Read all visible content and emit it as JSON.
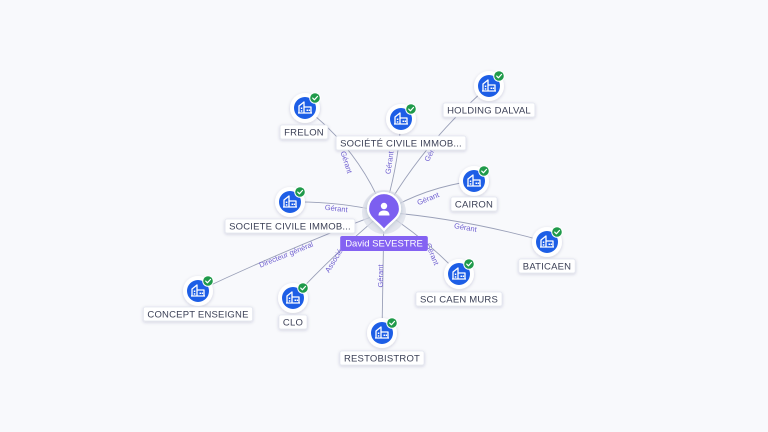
{
  "colors": {
    "center_fill": "#7b5ff0",
    "center_label_bg": "#8462f2",
    "company_fill": "#1d5ee6",
    "verified_badge": "#1f9a4a",
    "edge": "#9aa0b8",
    "edge_label": "#6f5fd0"
  },
  "center": {
    "name": "David SEVESTRE",
    "icon": "person-icon"
  },
  "companies": [
    {
      "name": "FRELON",
      "relation": "Gérant",
      "icon": "building-icon",
      "verified": true
    },
    {
      "name": "SOCIÉTÉ CIVILE IMMOB...",
      "relation": "Gérant",
      "icon": "building-icon",
      "verified": true
    },
    {
      "name": "HOLDING DALVAL",
      "relation": "Gérant",
      "icon": "building-icon",
      "verified": true
    },
    {
      "name": "CAIRON",
      "relation": "Gérant",
      "icon": "building-icon",
      "verified": true
    },
    {
      "name": "SOCIETE CIVILE IMMOB...",
      "relation": "Gérant",
      "icon": "building-icon",
      "verified": true
    },
    {
      "name": "BATICAEN",
      "relation": "Gérant",
      "icon": "building-icon",
      "verified": true
    },
    {
      "name": "SCI CAEN MURS",
      "relation": "Gérant",
      "icon": "building-icon",
      "verified": true
    },
    {
      "name": "CONCEPT ENSEIGNE",
      "relation": "Directeur général",
      "icon": "building-icon",
      "verified": true
    },
    {
      "name": "CLO",
      "relation": "Associé",
      "icon": "building-icon",
      "verified": true
    },
    {
      "name": "RESTOBISTROT",
      "relation": "Gérant",
      "icon": "building-icon",
      "verified": true
    }
  ]
}
